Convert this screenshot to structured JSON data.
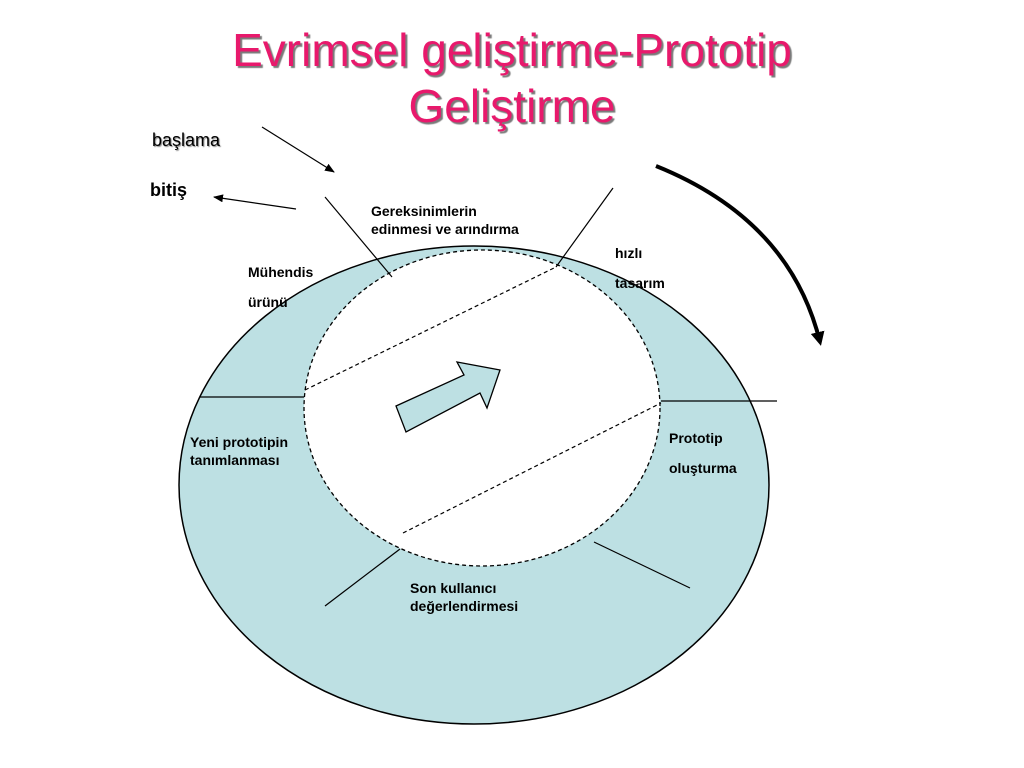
{
  "title": {
    "line1": "Evrimsel geliştirme-Prototip",
    "line2": "Geliştirme"
  },
  "labels": {
    "start": "başlama",
    "end": "bitiş",
    "requirements_line1": "Gereksinimlerin",
    "requirements_line2": "edinmesi ve arındırma",
    "quick_design_line1": "hızlı",
    "quick_design_line2": "tasarım",
    "prototype_build_line1": "Prototip",
    "prototype_build_line2": "oluşturma",
    "user_eval_line1": "Son kullanıcı",
    "user_eval_line2": "değerlendirmesi",
    "new_prototype_line1": "Yeni prototipin",
    "new_prototype_line2": "tanımlanması",
    "engineered_product_line1": "Mühendis",
    "engineered_product_line2": "ürünü"
  },
  "colors": {
    "title": "#e8196c",
    "ring_fill": "#bde0e3",
    "inner_fill": "#ffffff",
    "stroke": "#000000"
  }
}
